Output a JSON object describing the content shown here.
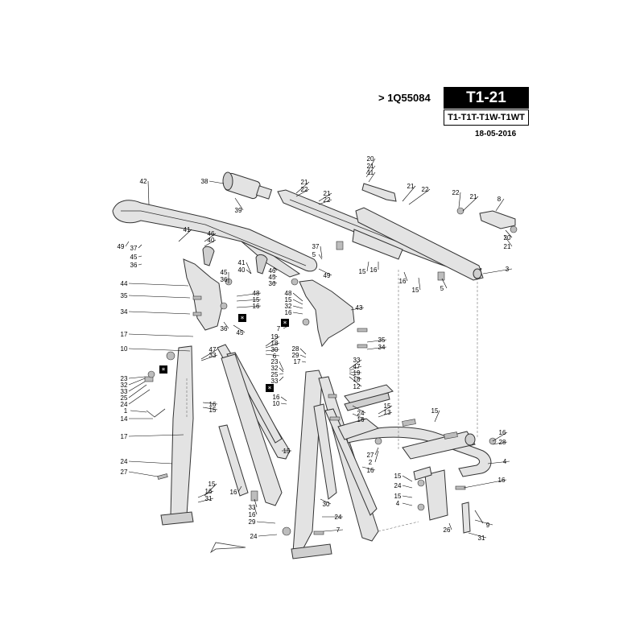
{
  "header": {
    "ref": "> 1Q55084",
    "code": "T1-21",
    "models": "T1-T1T-T1W-T1WT",
    "date": "18-05-2016"
  },
  "icons": {
    "star_marker": "asterisk-box-icon",
    "arrow_marker": "direction-arrow-icon"
  },
  "callouts": [
    {
      "n": "42"
    },
    {
      "n": "38"
    },
    {
      "n": "39"
    },
    {
      "n": "21"
    },
    {
      "n": "22"
    },
    {
      "n": "21"
    },
    {
      "n": "22"
    },
    {
      "n": "20"
    },
    {
      "n": "21"
    },
    {
      "n": "11"
    },
    {
      "n": "21"
    },
    {
      "n": "22"
    },
    {
      "n": "22"
    },
    {
      "n": "21"
    },
    {
      "n": "8"
    },
    {
      "n": "20"
    },
    {
      "n": "21"
    },
    {
      "n": "3"
    },
    {
      "n": "41"
    },
    {
      "n": "46"
    },
    {
      "n": "40"
    },
    {
      "n": "49"
    },
    {
      "n": "37"
    },
    {
      "n": "45"
    },
    {
      "n": "36"
    },
    {
      "n": "37"
    },
    {
      "n": "5"
    },
    {
      "n": "15"
    },
    {
      "n": "16"
    },
    {
      "n": "16"
    },
    {
      "n": "15"
    },
    {
      "n": "5"
    },
    {
      "n": "41"
    },
    {
      "n": "40"
    },
    {
      "n": "46"
    },
    {
      "n": "45"
    },
    {
      "n": "36"
    },
    {
      "n": "49"
    },
    {
      "n": "45"
    },
    {
      "n": "36"
    },
    {
      "n": "44"
    },
    {
      "n": "35"
    },
    {
      "n": "34"
    },
    {
      "n": "48"
    },
    {
      "n": "15"
    },
    {
      "n": "16"
    },
    {
      "n": "36"
    },
    {
      "n": "45"
    },
    {
      "n": "17"
    },
    {
      "n": "48"
    },
    {
      "n": "15"
    },
    {
      "n": "32"
    },
    {
      "n": "16"
    },
    {
      "n": "43"
    },
    {
      "n": "7"
    },
    {
      "n": "35"
    },
    {
      "n": "34"
    },
    {
      "n": "19"
    },
    {
      "n": "18"
    },
    {
      "n": "30"
    },
    {
      "n": "6"
    },
    {
      "n": "28"
    },
    {
      "n": "29"
    },
    {
      "n": "17"
    },
    {
      "n": "10"
    },
    {
      "n": "47"
    },
    {
      "n": "33"
    },
    {
      "n": "23"
    },
    {
      "n": "32"
    },
    {
      "n": "33"
    },
    {
      "n": "25"
    },
    {
      "n": "24"
    },
    {
      "n": "1"
    },
    {
      "n": "14"
    },
    {
      "n": "17"
    },
    {
      "n": "16"
    },
    {
      "n": "15"
    },
    {
      "n": "23"
    },
    {
      "n": "32"
    },
    {
      "n": "25"
    },
    {
      "n": "33"
    },
    {
      "n": "16"
    },
    {
      "n": "10"
    },
    {
      "n": "33"
    },
    {
      "n": "47"
    },
    {
      "n": "19"
    },
    {
      "n": "18"
    },
    {
      "n": "12"
    },
    {
      "n": "24"
    },
    {
      "n": "16"
    },
    {
      "n": "15"
    },
    {
      "n": "13"
    },
    {
      "n": "15"
    },
    {
      "n": "16"
    },
    {
      "n": "28"
    },
    {
      "n": "24"
    },
    {
      "n": "27"
    },
    {
      "n": "15"
    },
    {
      "n": "16"
    },
    {
      "n": "27"
    },
    {
      "n": "2"
    },
    {
      "n": "4"
    },
    {
      "n": "15"
    },
    {
      "n": "16"
    },
    {
      "n": "31"
    },
    {
      "n": "16"
    },
    {
      "n": "15"
    },
    {
      "n": "24"
    },
    {
      "n": "16"
    },
    {
      "n": "15"
    },
    {
      "n": "4"
    },
    {
      "n": "30"
    },
    {
      "n": "33"
    },
    {
      "n": "16"
    },
    {
      "n": "29"
    },
    {
      "n": "24"
    },
    {
      "n": "7"
    },
    {
      "n": "24"
    },
    {
      "n": "26"
    },
    {
      "n": "9"
    },
    {
      "n": "31"
    }
  ]
}
